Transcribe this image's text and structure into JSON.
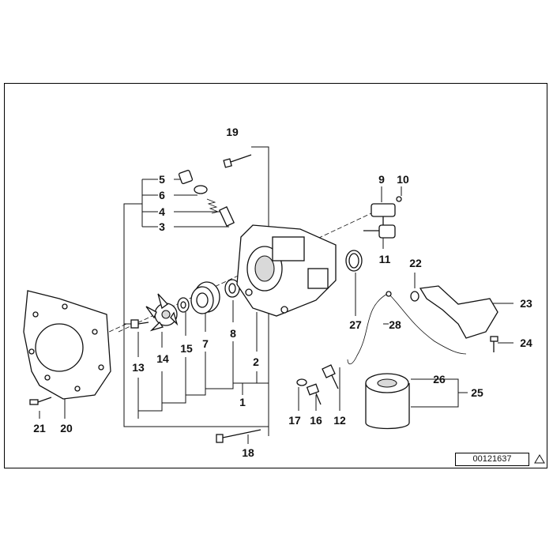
{
  "diagram": {
    "document_id": "00121637",
    "callouts": [
      "1",
      "2",
      "3",
      "4",
      "5",
      "6",
      "7",
      "8",
      "9",
      "10",
      "11",
      "12",
      "13",
      "14",
      "15",
      "16",
      "17",
      "18",
      "19",
      "20",
      "21",
      "22",
      "23",
      "24",
      "25",
      "26",
      "27",
      "28"
    ]
  }
}
